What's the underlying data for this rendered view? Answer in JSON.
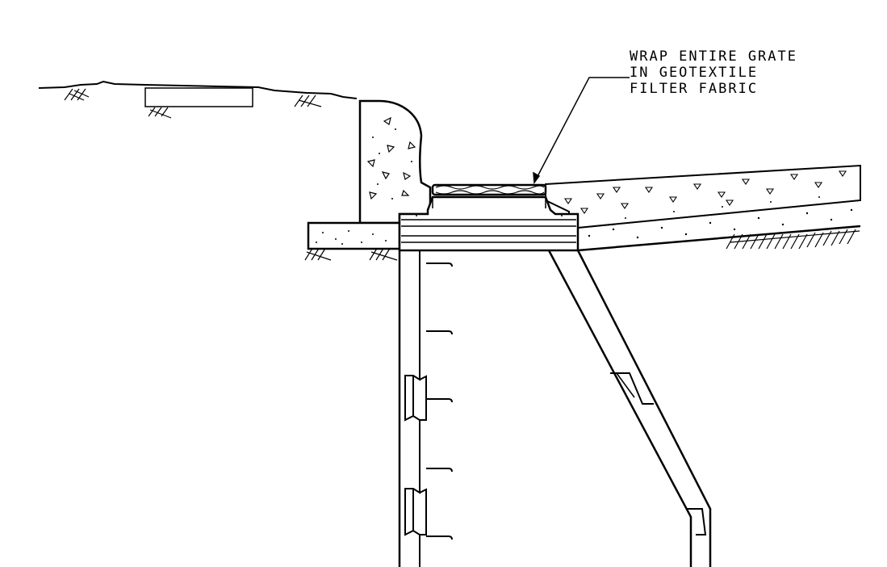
{
  "callout": {
    "lines": [
      "WRAP ENTIRE GRATE",
      "IN GEOTEXTILE",
      "FILTER FABRIC"
    ]
  },
  "colors": {
    "ink": "#000000",
    "paper": "#ffffff"
  }
}
